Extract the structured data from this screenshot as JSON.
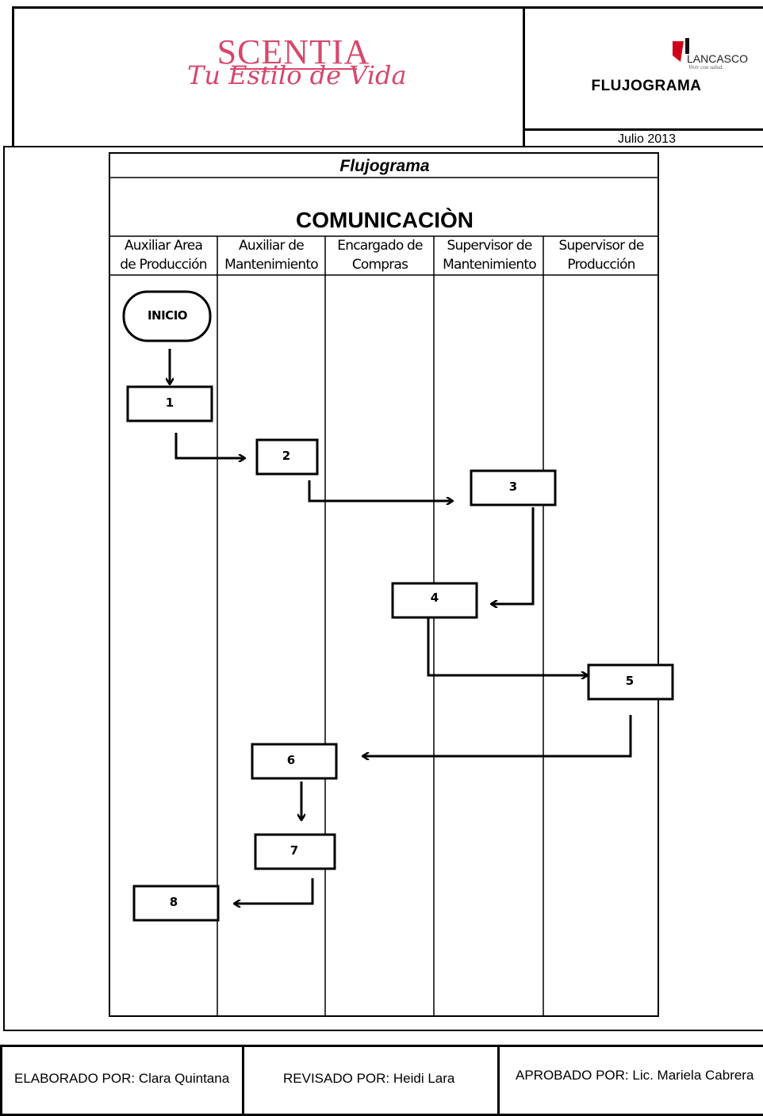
{
  "header": {
    "brand": "SCENTIA",
    "tagline": "Tu Estilo de Vida",
    "logo_name": "LANCASCO",
    "logo_tagline": "Vivir con salud.",
    "document_type": "FLUJOGRAMA",
    "date": "Julio 2013"
  },
  "diagram": {
    "caption": "Flujograma",
    "title": "COMUNICACIÒN",
    "lanes": [
      [
        "Auxiliar Area",
        "de Producción"
      ],
      [
        "Auxiliar de",
        "Mantenimiento"
      ],
      [
        "Encargado de",
        "Compras"
      ],
      [
        "Supervisor de",
        "Mantenimiento"
      ],
      [
        "Supervisor de",
        "Producción"
      ]
    ],
    "start_label": "INICIO",
    "steps": [
      "1",
      "2",
      "3",
      "4",
      "5",
      "6",
      "7",
      "8"
    ]
  },
  "footer": {
    "elaborado": "ELABORADO POR: Clara Quintana",
    "revisado": "REVISADO POR: Heidi Lara",
    "aprobado": "APROBADO POR: Lic. Mariela Cabrera"
  },
  "colors": {
    "brand": "#d6476b",
    "logo_red": "#d0021b",
    "line": "#000000"
  }
}
